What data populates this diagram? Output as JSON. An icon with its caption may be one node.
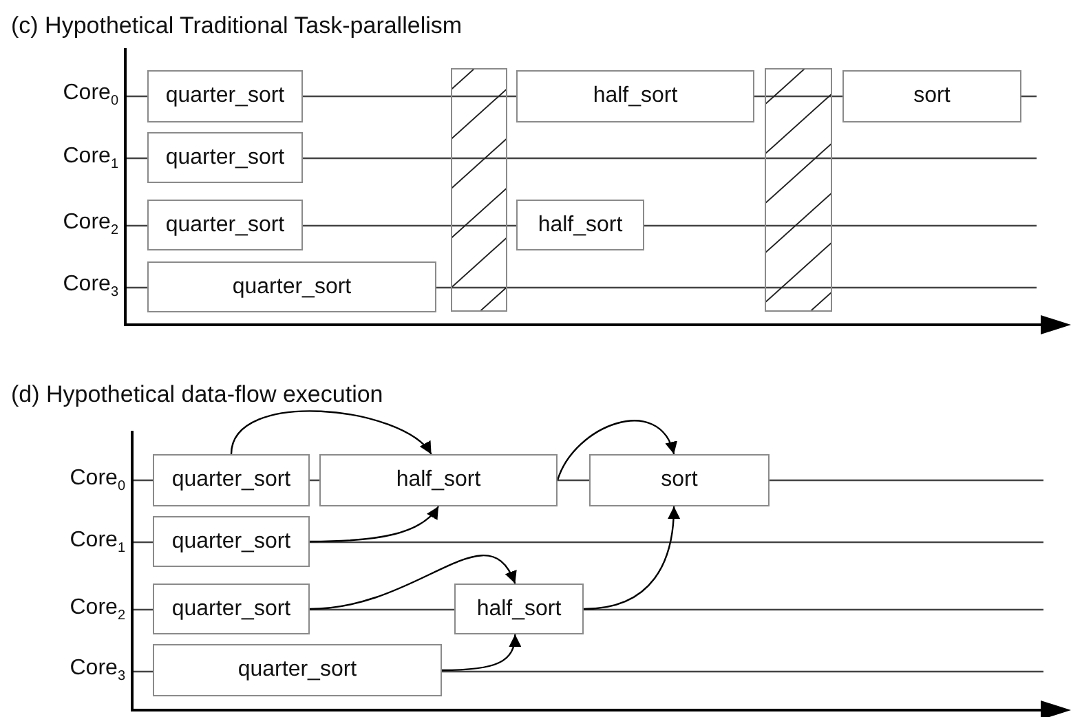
{
  "diagram": {
    "nodes": [
      {
        "text": [
          "quarter_sort"
        ]
      },
      {
        "text": [
          "quarter_sort"
        ]
      },
      {
        "text": [
          "quarter_sort"
        ]
      },
      {
        "text": [
          "quarter_sort"
        ]
      },
      {
        "text": [],
        "shape": "bar"
      },
      {
        "text": [
          "half_sort"
        ]
      },
      {
        "text": [
          "half_sort"
        ]
      },
      {
        "text": [],
        "shape": "bar"
      },
      {
        "text": [
          "sort"
        ]
      },
      {
        "text": [
          "quarter_sort"
        ]
      },
      {
        "text": [
          "half_sort"
        ]
      },
      {
        "text": [
          "sort"
        ]
      },
      {
        "text": [
          "quarter_sort"
        ]
      },
      {
        "text": [
          "quarter_sort"
        ]
      },
      {
        "text": [
          "half_sort"
        ]
      },
      {
        "text": [
          "quarter_sort"
        ]
      }
    ],
    "edges": [
      {
        "from": 9,
        "to": 10,
        "arrow": "to"
      },
      {
        "from": 12,
        "to": 10,
        "arrow": "to"
      },
      {
        "from": 10,
        "to": 11,
        "arrow": "to"
      },
      {
        "from": 13,
        "to": 14,
        "arrow": "to"
      },
      {
        "from": 15,
        "to": 14,
        "arrow": "to"
      },
      {
        "from": 14,
        "to": 11,
        "arrow": "to"
      }
    ],
    "labels": [
      "(c) Hypothetical Traditional Task-parallelism",
      "Core$_{0}$",
      "Core$_{1}$",
      "Core$_{2}$",
      "Core$_{3}$",
      "(d) Hypothetical data-flow execution",
      "Core$_{0}$",
      "Core$_{1}$",
      "Core$_{2}$",
      "Core$_{3}$"
    ]
  }
}
